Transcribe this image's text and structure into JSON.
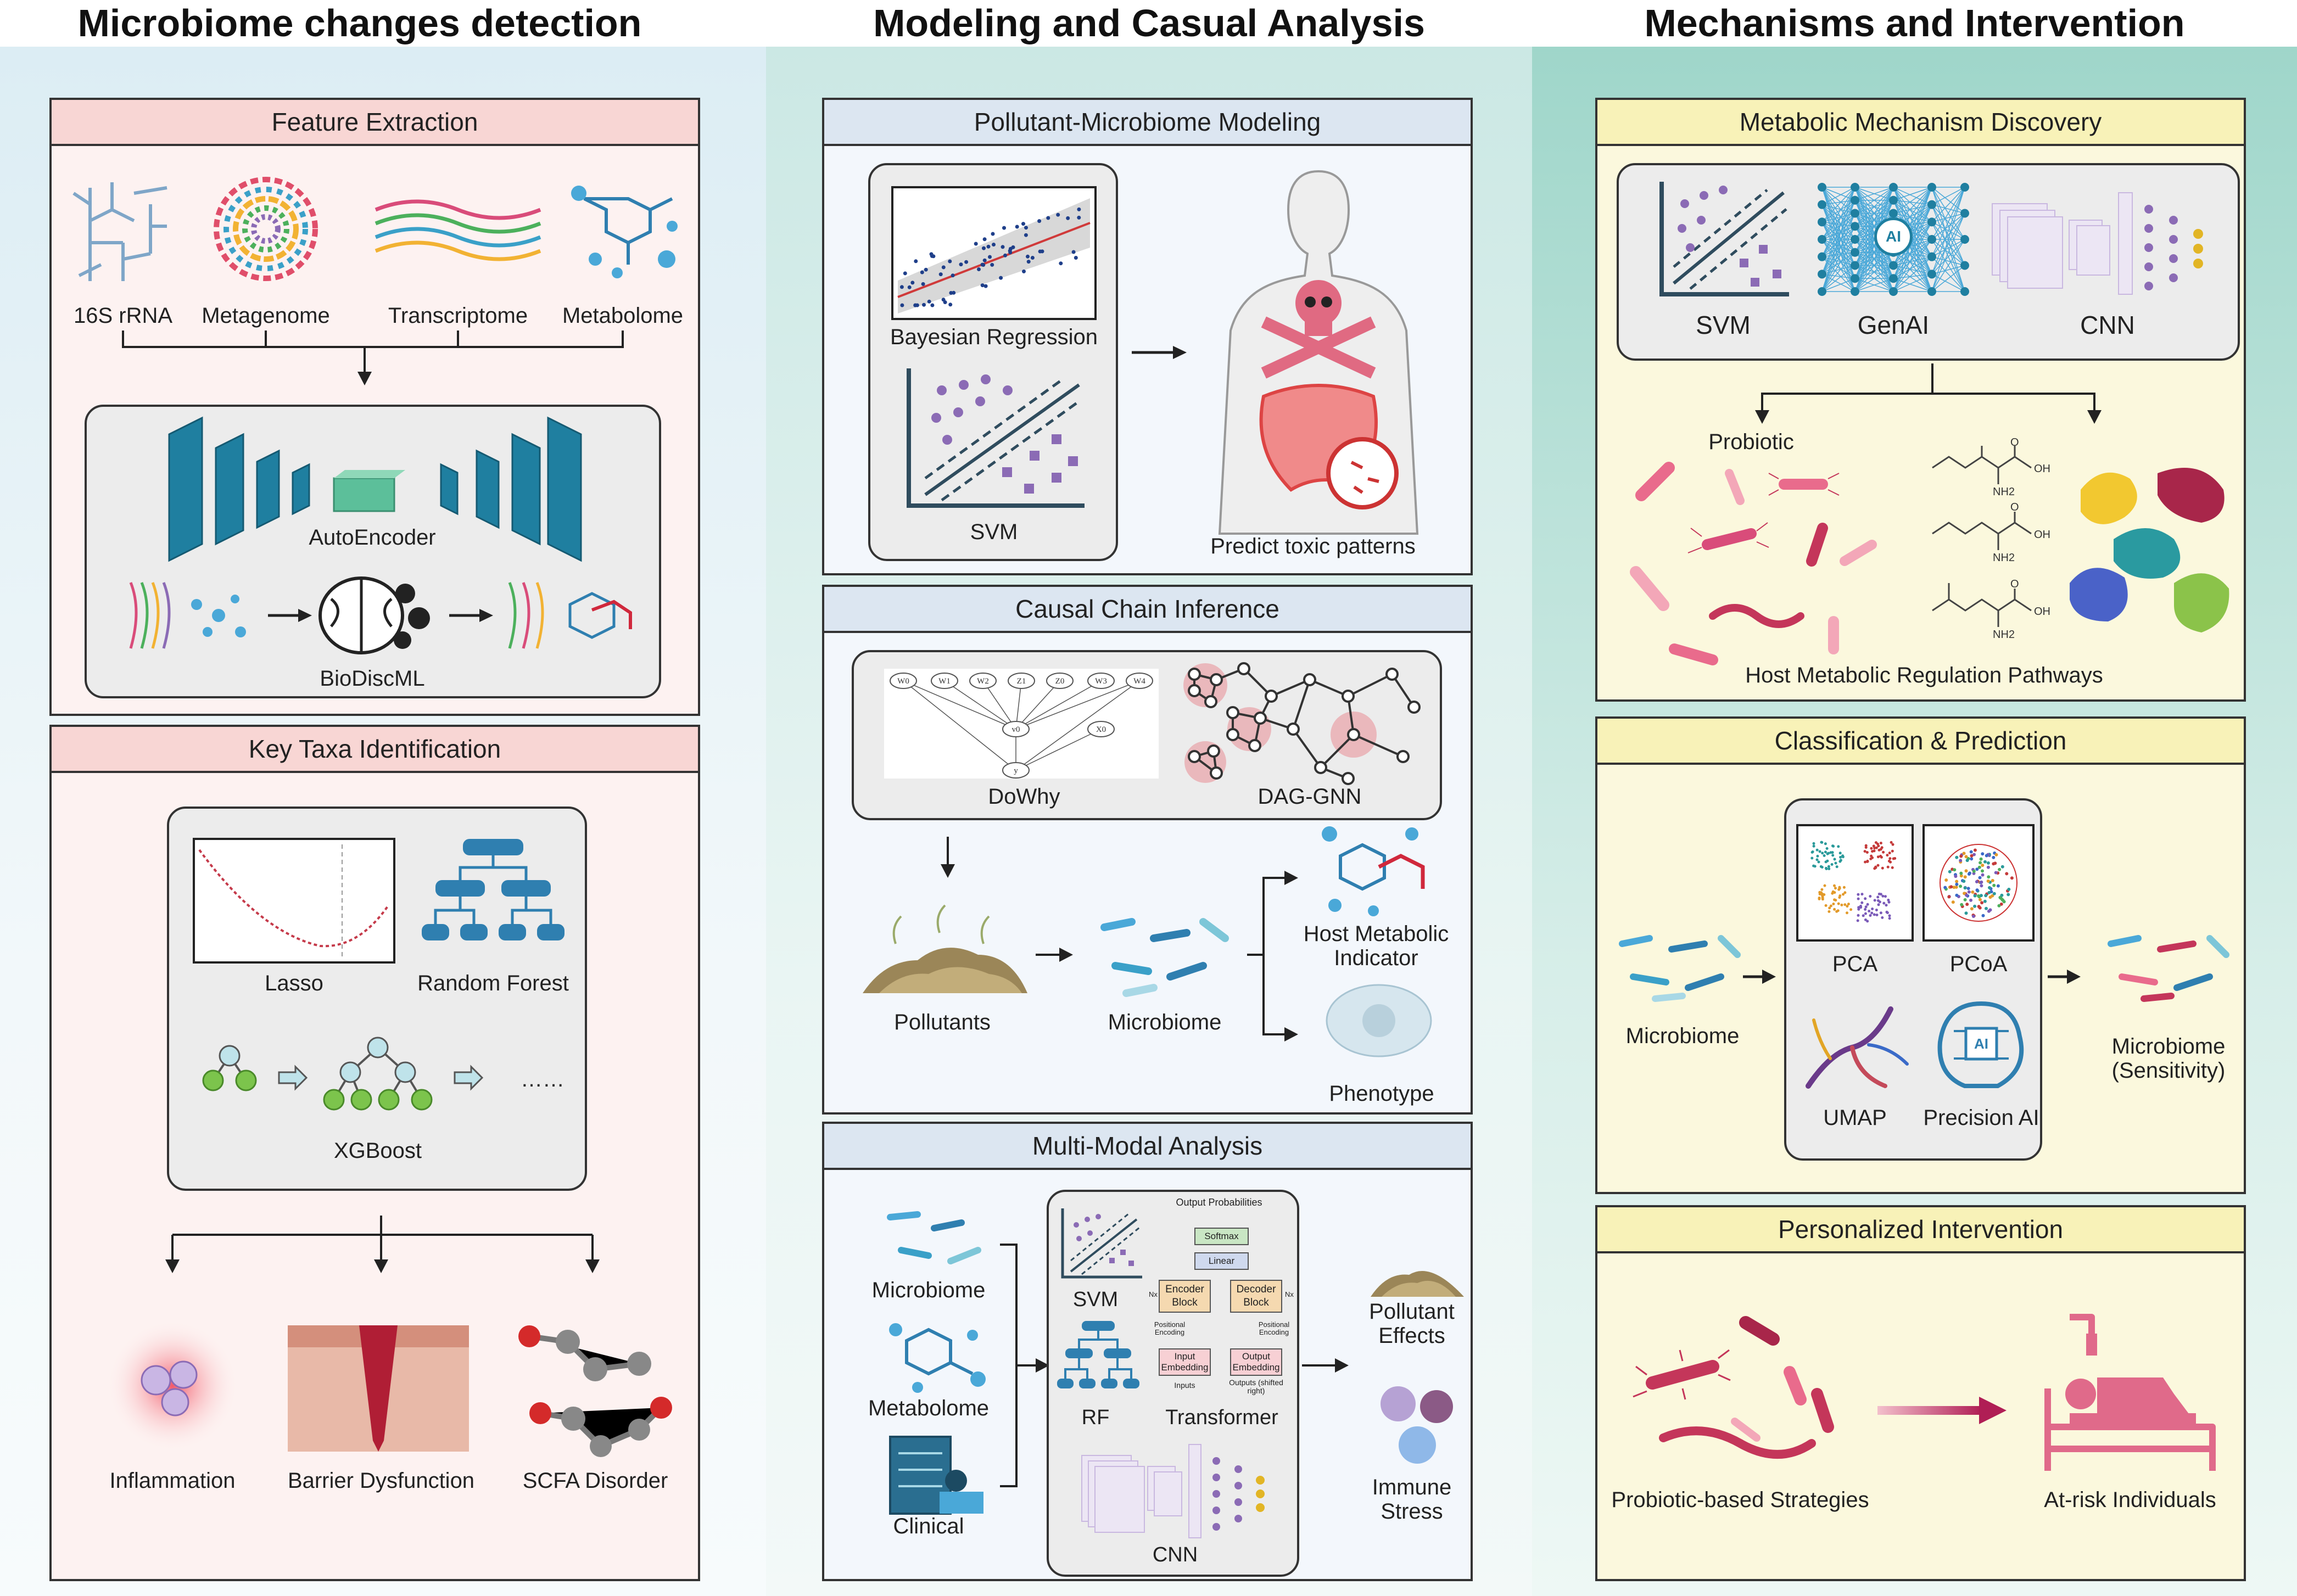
{
  "columns": [
    {
      "title": "Microbiome changes detection"
    },
    {
      "title": "Modeling and Casual Analysis"
    },
    {
      "title": "Mechanisms and Intervention"
    }
  ],
  "col1": {
    "feature_extraction": {
      "title": "Feature Extraction",
      "omics": [
        "16S rRNA",
        "Metagenome",
        "Transcriptome",
        "Metabolome"
      ],
      "autoencoder": "AutoEncoder",
      "biodiscml": "BioDiscML"
    },
    "key_taxa": {
      "title": "Key Taxa Identification",
      "lasso": "Lasso",
      "random_forest": "Random Forest",
      "xgboost": "XGBoost",
      "ellipsis": "……",
      "outcomes": [
        "Inflammation",
        "Barrier Dysfunction",
        "SCFA Disorder"
      ]
    }
  },
  "col2": {
    "pollutant_modeling": {
      "title": "Pollutant-Microbiome Modeling",
      "bayesian": "Bayesian Regression",
      "svm": "SVM",
      "predict": "Predict toxic patterns"
    },
    "causal": {
      "title": "Causal Chain Inference",
      "dowhy": "DoWhy",
      "dowhy_nodes": [
        "W0",
        "W1",
        "W2",
        "Z1",
        "Z0",
        "W3",
        "W4",
        "v0",
        "X0",
        "y"
      ],
      "daggnn": "DAG-GNN",
      "pollutants": "Pollutants",
      "microbiome": "Microbiome",
      "host_indicator": "Host Metabolic Indicator",
      "phenotype": "Phenotype"
    },
    "multimodal": {
      "title": "Multi-Modal Analysis",
      "inputs": [
        "Microbiome",
        "Metabolome",
        "Clinical"
      ],
      "svm": "SVM",
      "rf": "RF",
      "transformer": "Transformer",
      "cnn": "CNN",
      "transformer_parts": {
        "output_prob": "Output Probabilities",
        "softmax": "Softmax",
        "linear": "Linear",
        "encoder": "Encoder Block",
        "decoder": "Decoder Block",
        "pos_enc": "Positional Encoding",
        "input_emb": "Input Embedding",
        "output_emb": "Output Embedding",
        "inputs": "Inputs",
        "outputs": "Outputs (shifted right)",
        "nx": "Nx"
      },
      "outputs": [
        "Pollutant Effects",
        "Immune Stress"
      ]
    }
  },
  "col3": {
    "metabolic": {
      "title": "Metabolic Mechanism Discovery",
      "models": [
        "SVM",
        "GenAI",
        "CNN"
      ],
      "ai_badge": "AI",
      "probiotic": "Probiotic",
      "pathways": "Host Metabolic Regulation Pathways",
      "chem_labels": [
        "OH",
        "NH2",
        "O"
      ]
    },
    "classification": {
      "title": "Classification & Prediction",
      "microbiome": "Microbiome",
      "methods": [
        "PCA",
        "PCoA",
        "UMAP",
        "Precision AI"
      ],
      "ai_badge": "AI",
      "result": "Microbiome (Sensitivity)"
    },
    "intervention": {
      "title": "Personalized Intervention",
      "strategies": "Probiotic-based Strategies",
      "target": "At-risk Individuals"
    }
  },
  "colors": {
    "col1_bg": "#e6f1f5",
    "col2_bg": "#cfe9e6",
    "col3_bg": "#a4d8cc",
    "head_pink": "#f8d6d4",
    "panel_pink": "#fdf2f1",
    "head_blue": "#dce6f1",
    "panel_blue": "#f3f7fc",
    "head_yellow": "#f8f2b8",
    "panel_yellow": "#fbf8dd",
    "teal": "#1f7fa0",
    "purple": "#8b6bb5",
    "dark": "#2f4c5e"
  }
}
